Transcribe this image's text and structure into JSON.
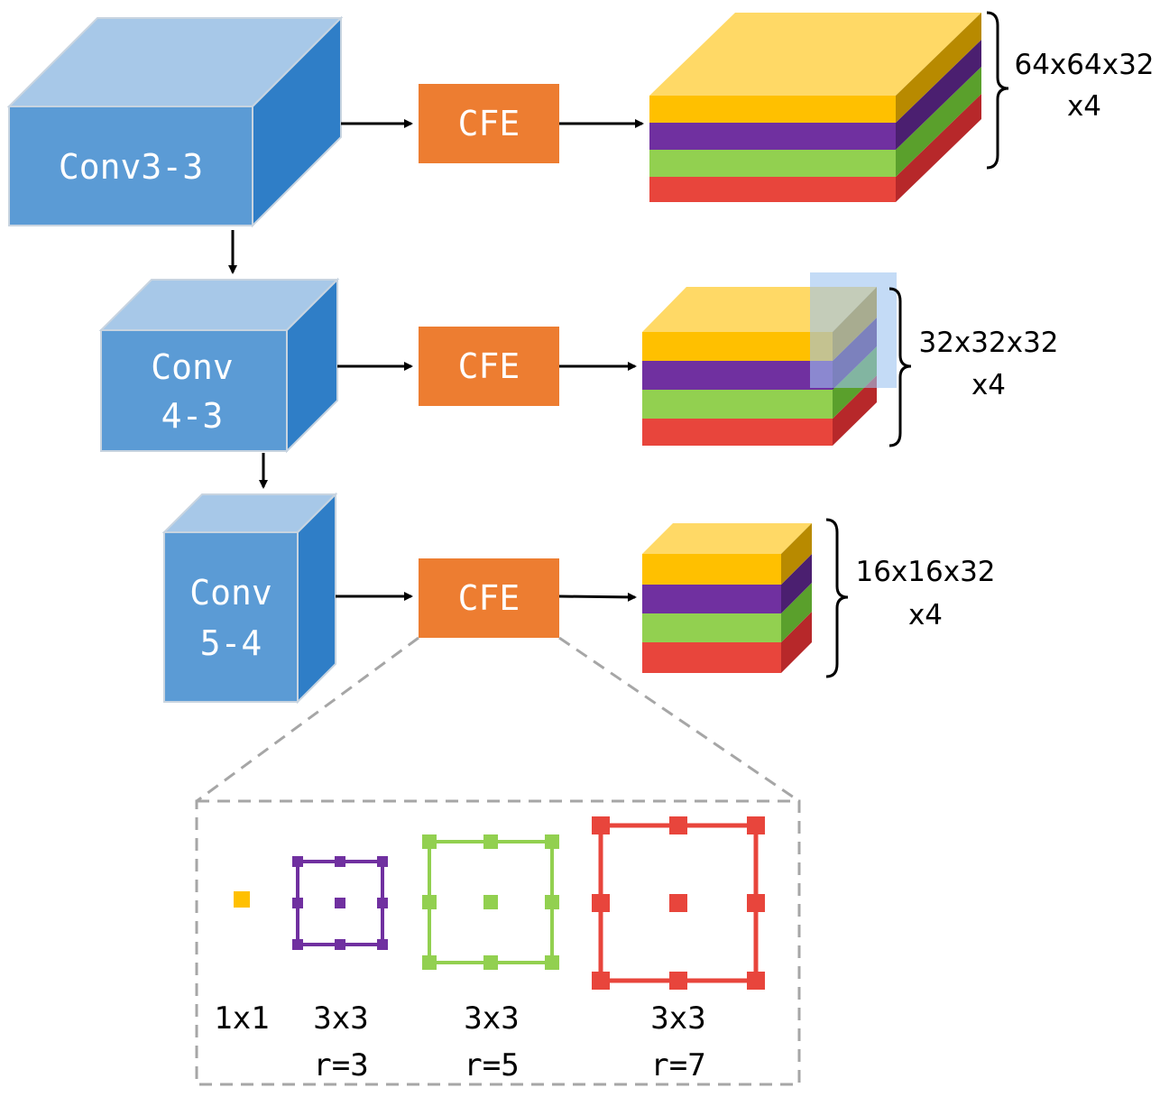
{
  "colors": {
    "cube_front": "#5b9bd5",
    "cube_top": "#a7c8e8",
    "cube_side": "#2f7ec7",
    "cfe": "#ed7d31",
    "layer_yellow": "#ffc000",
    "layer_purple": "#7030a0",
    "layer_green": "#92d050",
    "layer_red": "#e8453c",
    "highlight": "#9dc3f0",
    "dashed": "#a6a6a6"
  },
  "conv_blocks": [
    {
      "lines": [
        "Conv3-3"
      ]
    },
    {
      "lines": [
        "Conv",
        "4-3"
      ]
    },
    {
      "lines": [
        "Conv",
        "5-4"
      ]
    }
  ],
  "cfe_blocks": [
    {
      "label": "CFE"
    },
    {
      "label": "CFE"
    },
    {
      "label": "CFE"
    }
  ],
  "outputs": [
    {
      "dims": "64x64x32",
      "mult": "x4"
    },
    {
      "dims": "32x32x32",
      "mult": "x4"
    },
    {
      "dims": "16x16x32",
      "mult": "x4"
    }
  ],
  "kernels": [
    {
      "size": "1x1",
      "rate": "",
      "color": "#ffc000"
    },
    {
      "size": "3x3",
      "rate": "r=3",
      "color": "#7030a0"
    },
    {
      "size": "3x3",
      "rate": "r=5",
      "color": "#92d050"
    },
    {
      "size": "3x3",
      "rate": "r=7",
      "color": "#e8453c"
    }
  ]
}
